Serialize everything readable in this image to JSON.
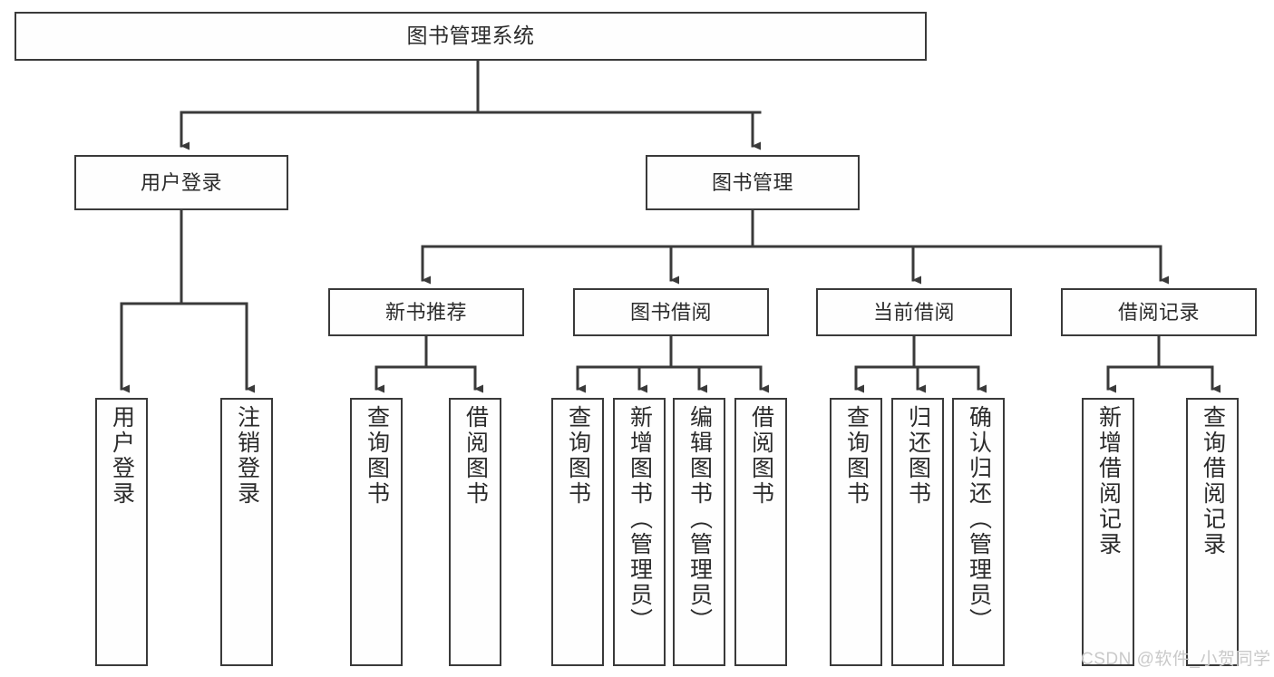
{
  "diagram": {
    "title": "图书管理系统",
    "type": "hierarchy-tree",
    "root": {
      "label": "图书管理系统"
    },
    "level1": [
      {
        "label": "用户登录"
      },
      {
        "label": "图书管理"
      }
    ],
    "level2": [
      {
        "label": "新书推荐"
      },
      {
        "label": "图书借阅"
      },
      {
        "label": "当前借阅"
      },
      {
        "label": "借阅记录"
      }
    ],
    "leaves": {
      "user_login": [
        {
          "label": "用户登录"
        },
        {
          "label": "注销登录"
        }
      ],
      "new_recommend": [
        {
          "label": "查询图书"
        },
        {
          "label": "借阅图书"
        }
      ],
      "book_borrow": [
        {
          "label": "查询图书"
        },
        {
          "label": "新增图书（管理员）"
        },
        {
          "label": "编辑图书（管理员）"
        },
        {
          "label": "借阅图书"
        }
      ],
      "current_borrow": [
        {
          "label": "查询图书"
        },
        {
          "label": "归还图书"
        },
        {
          "label": "确认归还（管理员）"
        }
      ],
      "borrow_history": [
        {
          "label": "新增借阅记录"
        },
        {
          "label": "查询借阅记录"
        }
      ]
    }
  },
  "watermark": {
    "text": "CSDN @软件_小贺同学"
  },
  "colors": {
    "border": "#3a3a3a",
    "box_fill": "#fefefe",
    "text": "#2b2b2b",
    "background": "#ffffff",
    "watermark": "#c9c9c9"
  }
}
